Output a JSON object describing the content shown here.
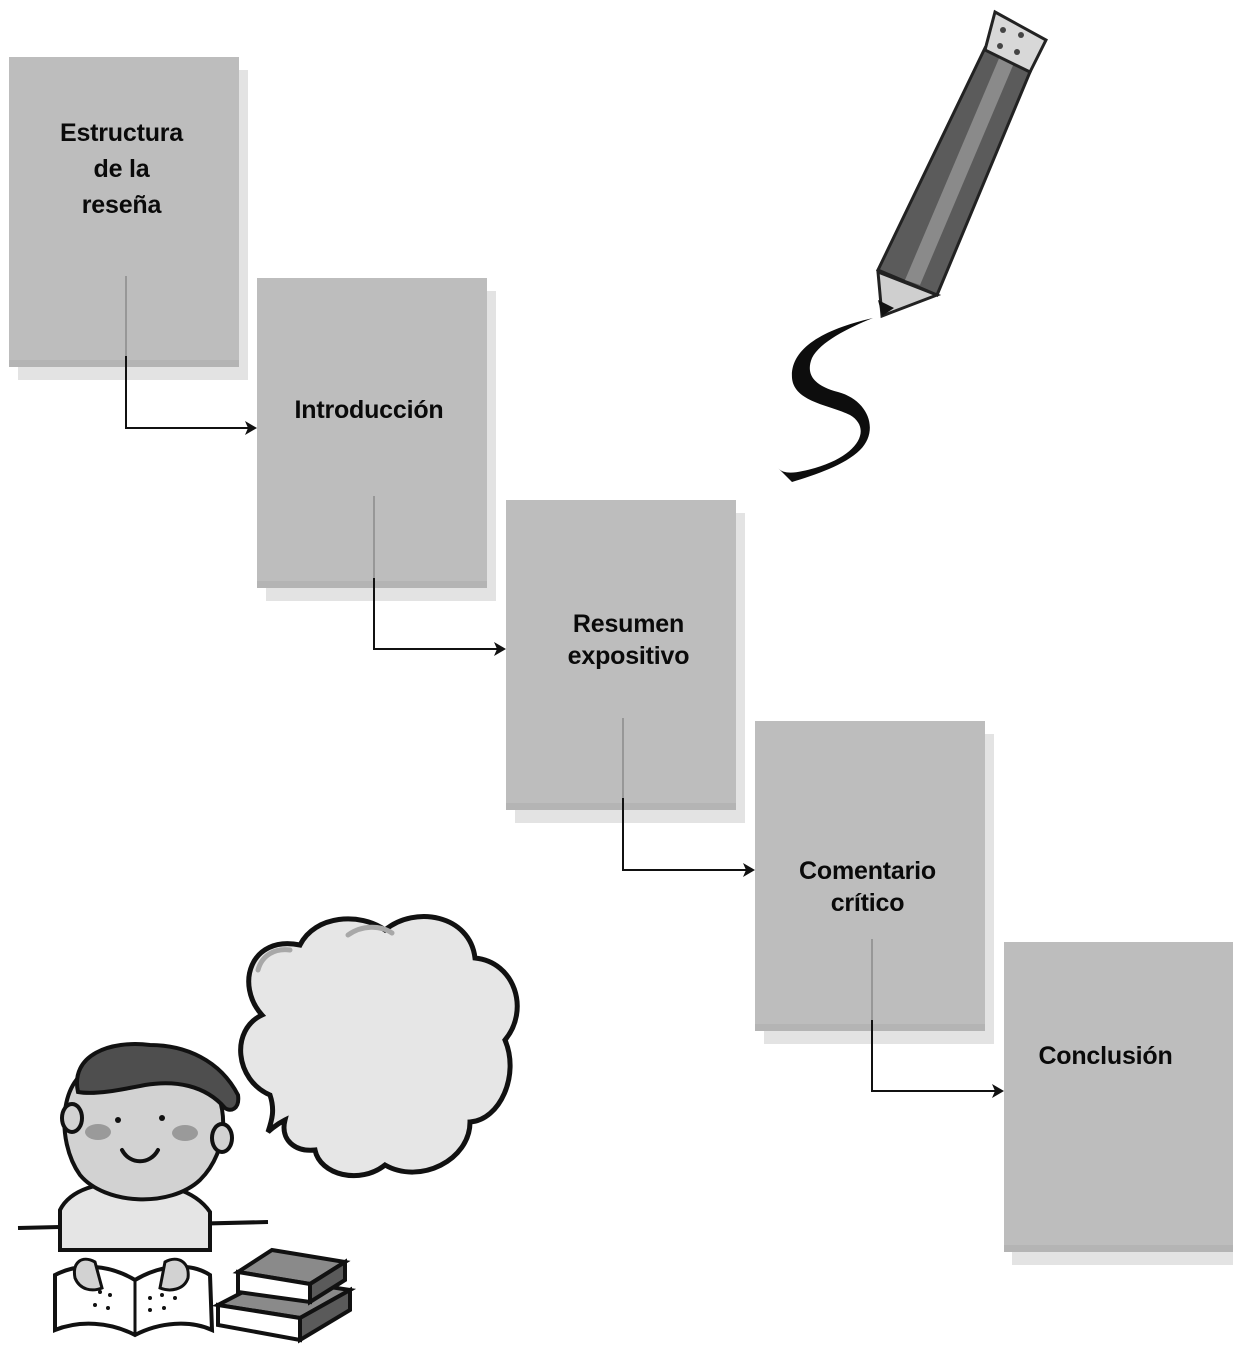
{
  "diagram": {
    "steps": [
      {
        "label": "Estructura\nde la\nreseña"
      },
      {
        "label": "Introducción"
      },
      {
        "label": "Resumen\nexpositivo"
      },
      {
        "label": "Comentario\ncrítico"
      },
      {
        "label": "Conclusión"
      }
    ]
  },
  "illustrations": {
    "pencil": "pencil-icon",
    "student": "student-reading-icon",
    "thought_bubble": "thought-bubble-icon",
    "books": "book-stack-icon"
  },
  "colors": {
    "box_fill": "#bdbdbd",
    "box_shadow": "#e3e3e3",
    "connector": "#111111",
    "text": "#0a0a0a"
  }
}
